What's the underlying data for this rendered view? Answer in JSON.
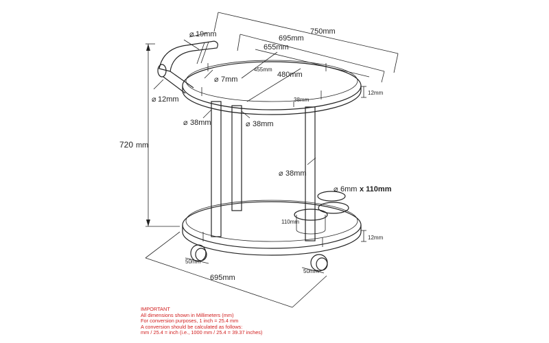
{
  "dimensions": {
    "width_overall": "750mm",
    "top_tray_outer": "695mm",
    "top_tray_inner": "655mm",
    "handle_tube": "19mm",
    "tray_depth": "455mm",
    "tray_depth_outer": "480mm",
    "pin": "7mm",
    "rail_tube": "12mm",
    "rim_top": "12mm",
    "rim_gap": "38mm",
    "leg_left": "38mm",
    "leg_center": "38mm",
    "leg_right": "38mm",
    "height_value": "720",
    "height_unit": "mm",
    "bottle_holder_value": "6mm",
    "bottle_holder_suffix": "x 110mm",
    "bottle_holder_depth": "110mm",
    "rim_bottom": "12mm",
    "wheel_left": "50mm",
    "wheel_right": "50mm",
    "bottom_tray": "695mm"
  },
  "note": {
    "title": "IMPORTANT",
    "line1": "All dimensions shown in Millimeters (mm)",
    "line2": "For conversion purposes, 1 inch = 25.4 mm",
    "line3": "A conversion should be calculated as follows:",
    "line4": "mm / 25.4 = inch (i.e., 1000 mm / 25.4 = 39.37 inches)"
  }
}
